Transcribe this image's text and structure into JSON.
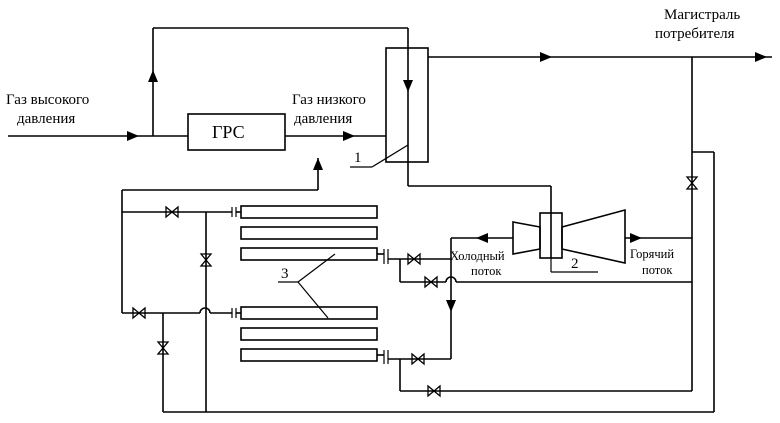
{
  "labels": {
    "high_pressure_gas": [
      "Газ высокого",
      "давления"
    ],
    "low_pressure_gas": [
      "Газ низкого",
      "давления"
    ],
    "consumer_main": [
      "Магистраль",
      "потребителя"
    ],
    "grs": "ГРС",
    "cold_flow": [
      "Холодный",
      "поток"
    ],
    "hot_flow": [
      "Горячий",
      "поток"
    ],
    "num1": "1",
    "num2": "2",
    "num3": "3"
  }
}
